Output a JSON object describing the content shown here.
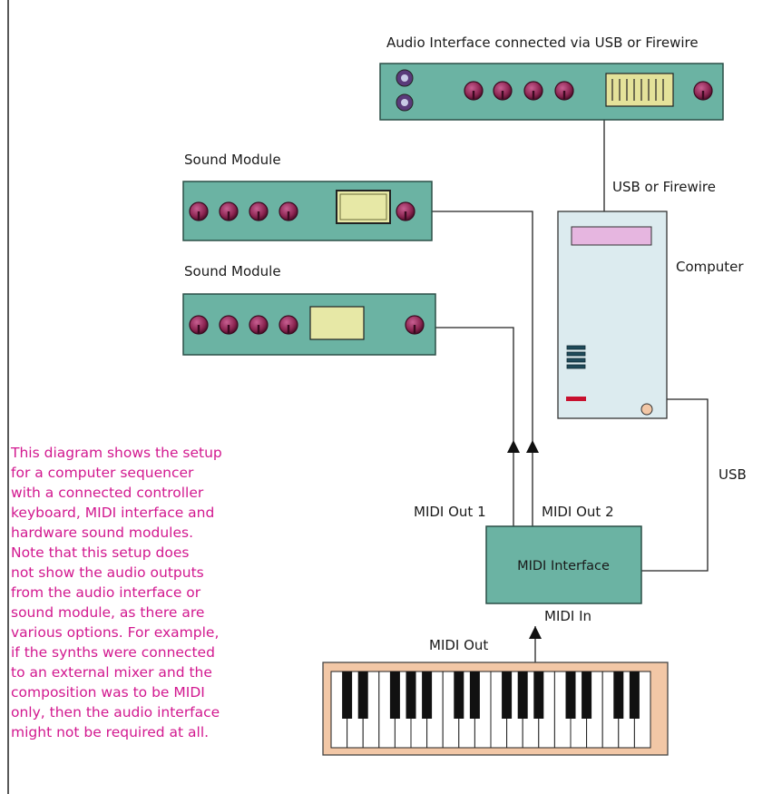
{
  "labels": {
    "audio_interface": "Audio  Interface connected via USB or Firewire",
    "usb_or_firewire": "USB or Firewire",
    "computer": "Computer",
    "sound_module_1": "Sound Module",
    "sound_module_2": "Sound Module",
    "usb": "USB",
    "midi_out_1": "MIDI Out 1",
    "midi_out_2": "MIDI Out 2",
    "midi_interface": "MIDI Interface",
    "midi_in": "MIDI In",
    "midi_out": "MIDI Out"
  },
  "caption_lines": [
    "This diagram shows the setup",
    "for a computer sequencer",
    "with a connected controller",
    "keyboard, MIDI interface and",
    "hardware sound modules.",
    "Note that this setup does",
    "not show the audio outputs",
    "from the audio interface or",
    "sound module, as there are",
    "various options. For example,",
    "if the synths were connected",
    "to an external mixer and the",
    "composition was to be MIDI",
    "only, then the audio interface",
    "might not be required at all."
  ],
  "colors": {
    "device_fill": "#6bb3a3",
    "knob": "#8a2450",
    "computer_fill": "#dcebef",
    "computer_screen": "#e6b6e0",
    "display_fill": "#e7e8a6",
    "keyboard_frame": "#f2c7a6",
    "caption_text": "#d2188f",
    "power_light": "#c8102e"
  }
}
